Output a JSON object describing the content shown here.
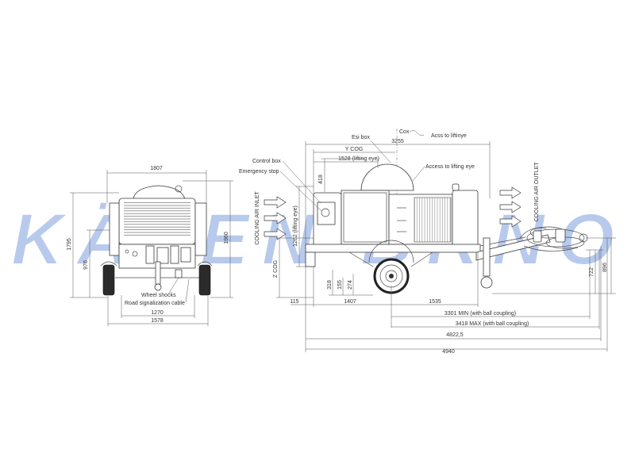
{
  "watermark": {
    "text": "KÄTEN BRNO"
  },
  "front_view": {
    "dimensions": {
      "width_1807": "1807",
      "height_1795": "1795",
      "height_976": "976",
      "height_1960": "1960",
      "track_1270": "1270",
      "width_1578": "1578"
    },
    "callouts": {
      "wheel_shocks": "Wheel shocks",
      "road_signalization_cable": "Road signalization cable"
    }
  },
  "side_view": {
    "callouts": {
      "esi_box": "Esi box",
      "cox": "Cox",
      "acss_to_liftinye": "Acss to liftinye",
      "access_to_lifting_eye": "Access to lifting eye",
      "control_box": "Control box",
      "emergency_stop": "Emergency stop"
    },
    "airflow": {
      "inlet": "COOLING AIR INLET",
      "outlet": "COOLING AIR OUTLET"
    },
    "dimensions": {
      "d3255": "3255",
      "y_cog": "Y COG",
      "lifting_eye_1528": "1528 (lifting eye)",
      "d418": "418",
      "lifting_eye_1262": "1262 (lifting eye)",
      "z_cog": "Z COG",
      "d318": "318",
      "d155": "155",
      "d274": "274",
      "d115": "115",
      "d1407": "1407",
      "d1535": "1535",
      "d722": "722",
      "d896": "896",
      "min_3301": "3301 MIN (with ball coupling)",
      "max_3418": "3418 MAX (with ball coupling)",
      "d4822_5": "4822,5",
      "d4940": "4940"
    }
  },
  "colors": {
    "drawing_line": "#4a4a4a",
    "watermark": "#7d9edc",
    "tire": "#2b2b2b"
  }
}
